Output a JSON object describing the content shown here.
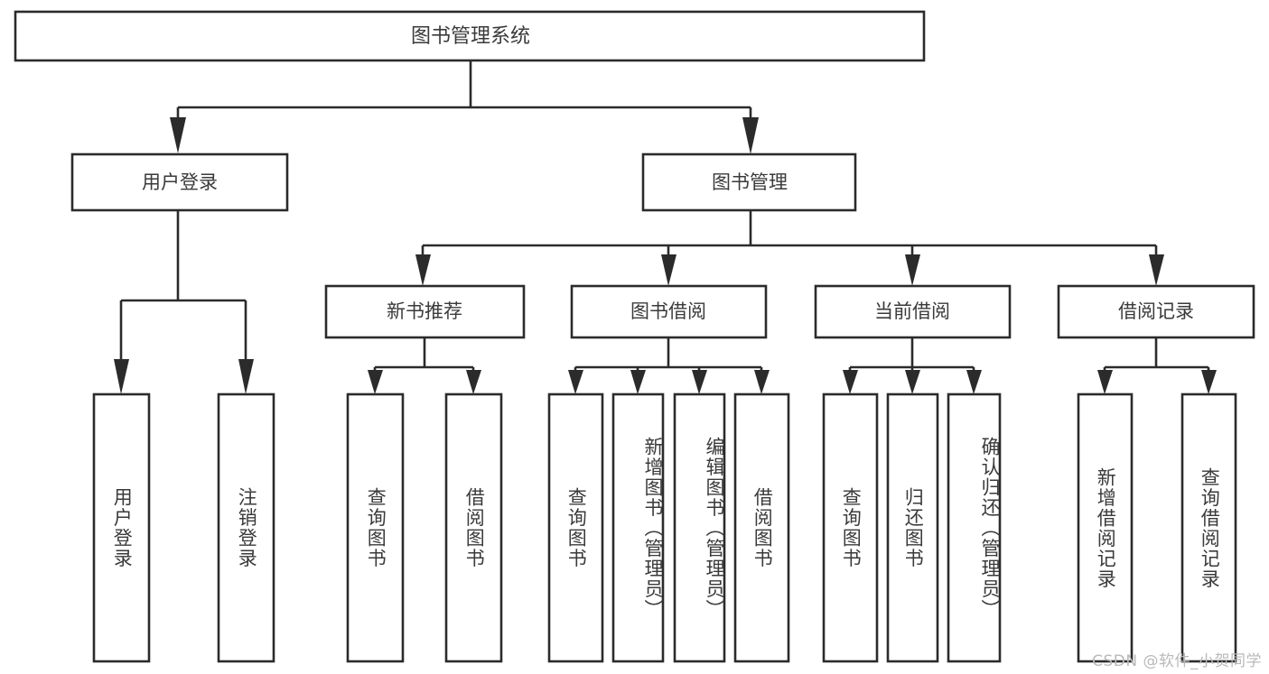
{
  "diagram": {
    "title": "图书管理系统",
    "type": "tree-hierarchy-functional-decomposition",
    "watermark": "CSDN @软件_小贺同学",
    "colors": {
      "background": "#ffffff",
      "box_fill": "#ffffff",
      "box_stroke": "#2b2b2b",
      "text": "#3a3a3a",
      "watermark": "#b9b9b9"
    },
    "root": {
      "label": "图书管理系统"
    },
    "level2": [
      {
        "label": "用户登录"
      },
      {
        "label": "图书管理"
      }
    ],
    "level3": [
      {
        "label": "新书推荐"
      },
      {
        "label": "图书借阅"
      },
      {
        "label": "当前借阅"
      },
      {
        "label": "借阅记录"
      }
    ],
    "leaves": {
      "user_login": [
        {
          "label": "用户登录"
        },
        {
          "label": "注销登录"
        }
      ],
      "new_book_recommend": [
        {
          "label": "查询图书"
        },
        {
          "label": "借阅图书"
        }
      ],
      "book_borrow": [
        {
          "label": "查询图书"
        },
        {
          "label": "新增图书（管理员）"
        },
        {
          "label": "编辑图书（管理员）"
        },
        {
          "label": "借阅图书"
        }
      ],
      "current_borrow": [
        {
          "label": "查询图书"
        },
        {
          "label": "归还图书"
        },
        {
          "label": "确认归还（管理员）"
        }
      ],
      "borrow_record": [
        {
          "label": "新增借阅记录"
        },
        {
          "label": "查询借阅记录"
        }
      ]
    }
  }
}
